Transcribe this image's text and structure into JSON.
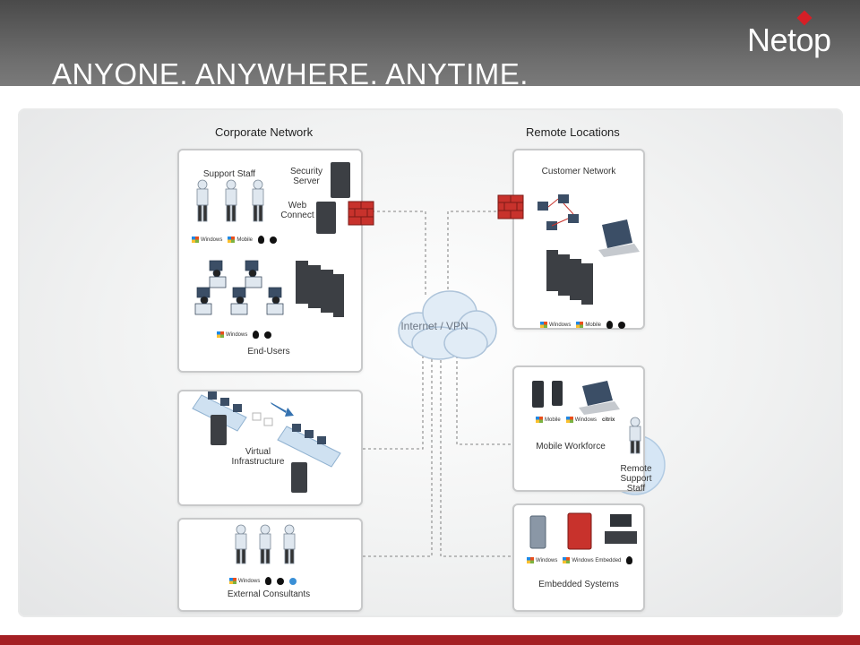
{
  "header": {
    "title": "ANYONE. ANYWHERE. ANYTIME.",
    "logo": "Netop"
  },
  "diagram": {
    "left_heading": "Corporate Network",
    "right_heading": "Remote Locations",
    "cloud_label": "Internet / VPN",
    "support_staff": "Support Staff",
    "security_server": "Security Server",
    "web_connect": "Web Connect",
    "end_users": "End-Users",
    "virtual_infrastructure": "Virtual Infrastructure",
    "external_consultants": "External Consultants",
    "customer_network": "Customer Network",
    "mobile_workforce": "Mobile Workforce",
    "remote_support_staff": "Remote Support Staff",
    "embedded_systems": "Embedded Systems",
    "os": {
      "windows": "Windows",
      "mobile": "Mobile",
      "citrix": "citrix",
      "embedded": "Windows Embedded"
    }
  },
  "colors": {
    "brand_red": "#a41f24",
    "firewall_red": "#c8322c",
    "header_gray": "#5c5c5c"
  }
}
